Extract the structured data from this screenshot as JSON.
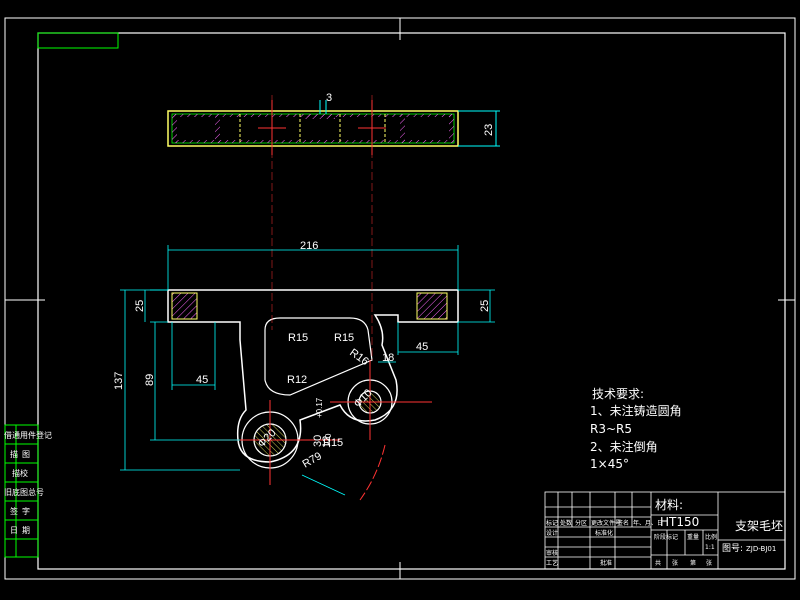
{
  "dimensions": {
    "top_thickness": "3",
    "top_height": "23",
    "width_216": "216",
    "left_25": "25",
    "right_25": "25",
    "left_45": "45",
    "right_45": "45",
    "height_137": "137",
    "height_89": "89",
    "r15_a": "R15",
    "r15_b": "R15",
    "r16": "R16",
    "d18": "18",
    "r12": "R12",
    "hole_small": "Ф10",
    "hole_large": "Ф20",
    "tol_a": "+0.17",
    "tol_b": "0",
    "tol_base": "12",
    "d30": "30",
    "r15_c": "R15",
    "r79": "R79"
  },
  "notes": {
    "heading": "技术要求:",
    "line1": "1、未注铸造圆角",
    "line2": "R3~R5",
    "line3": "2、未注倒角",
    "line4": "1×45°"
  },
  "title_block": {
    "material_label": "材料:",
    "material_value": "HT150",
    "part_name": "支架毛坯",
    "drawing_no_label": "图号:",
    "drawing_no_value": "ZJD-BJ01",
    "scale_value": "1:1",
    "labels": [
      "标记",
      "处数",
      "分区",
      "更改文件号",
      "签名",
      "年、月、日",
      "设计",
      "标准化",
      "审核",
      "工艺",
      "批准",
      "阶段标记",
      "重量",
      "比例",
      "共",
      "张",
      "第",
      "张"
    ]
  },
  "side_table": {
    "cells": [
      "借通用件登记",
      "描",
      "图",
      "描校",
      "旧底图总号",
      "签",
      "字",
      "日",
      "期"
    ]
  },
  "colors": {
    "frame": "#ffffff",
    "part": "#ffff66",
    "dimension": "#00ffff",
    "center": "#ff3333",
    "hatch": "#ff66ff",
    "titleblock": "#00ff00"
  }
}
